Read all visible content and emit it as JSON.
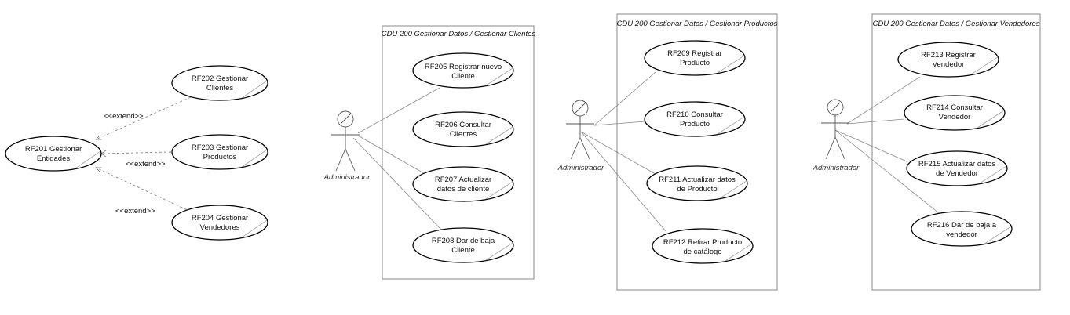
{
  "general": {
    "uc201": [
      "RF201 Gestionar",
      "Entidades"
    ],
    "uc202": [
      "RF202 Gestionar",
      "Clientes"
    ],
    "uc203": [
      "RF203 Gestionar",
      "Productos"
    ],
    "uc204": [
      "RF204 Gestionar",
      "Vendedores"
    ],
    "extend_label": "<<extend>>"
  },
  "clientes": {
    "title": "CDU 200 Gestionar Datos  / Gestionar Clientes",
    "actor": "Administrador",
    "uc205": [
      "RF205 Registrar nuevo",
      "Cliente"
    ],
    "uc206": [
      "RF206 Consultar",
      "Clientes"
    ],
    "uc207": [
      "RF207 Actualizar",
      "datos de cliente"
    ],
    "uc208": [
      "RF208 Dar de baja",
      "Cliente"
    ]
  },
  "productos": {
    "title": "CDU 200 Gestionar Datos  / Gestionar Productos",
    "actor": "Administrador",
    "uc209": [
      "RF209 Registrar",
      "Producto"
    ],
    "uc210": [
      "RF210 Consultar",
      "Producto"
    ],
    "uc211": [
      "RF211 Actualizar datos",
      "de Producto"
    ],
    "uc212": [
      "RF212 Retirar Producto",
      "de catálogo"
    ]
  },
  "vendedores": {
    "title": "CDU 200 Gestionar Datos  / Gestionar Vendedores",
    "actor": "Administrador",
    "uc213": [
      "RF213 Registrar",
      "Vendedor"
    ],
    "uc214": [
      "RF214 Consultar",
      "Vendedor"
    ],
    "uc215": [
      "RF215 Actualizar datos",
      "de Vendedor"
    ],
    "uc216": [
      "RF216 Dar de baja a",
      "vendedor"
    ]
  }
}
